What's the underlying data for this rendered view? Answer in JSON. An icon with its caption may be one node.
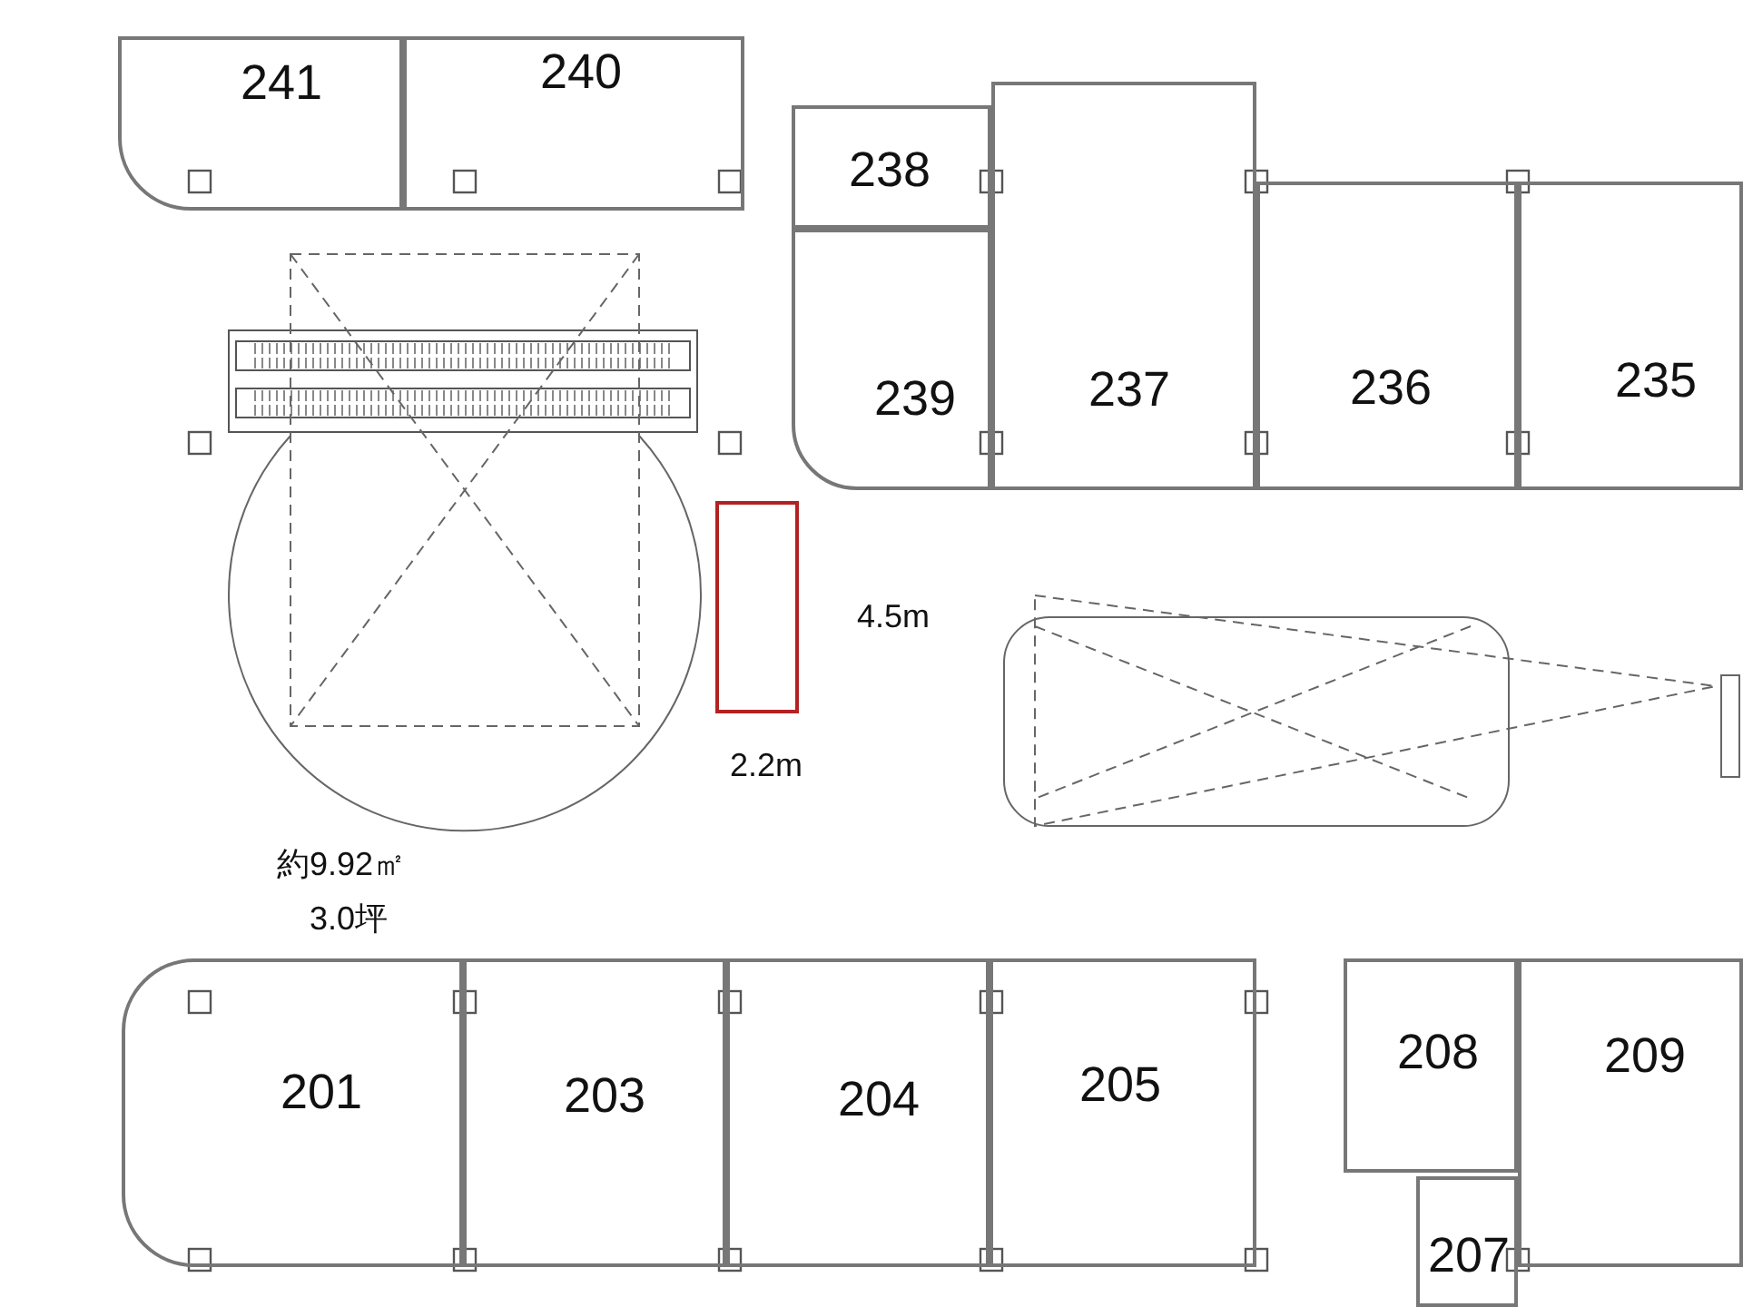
{
  "diagram": {
    "nodes": [
      {
        "text": [
          "241"
        ]
      },
      {
        "text": [
          "240"
        ]
      },
      {
        "text": [
          "238"
        ]
      },
      {
        "text": [
          "239"
        ]
      },
      {
        "text": [
          "237"
        ]
      },
      {
        "text": [
          "236"
        ]
      },
      {
        "text": [
          "235"
        ]
      },
      {
        "text": [],
        "shape": "box"
      },
      {
        "text": [
          "201"
        ]
      },
      {
        "text": [
          "203"
        ]
      },
      {
        "text": [
          "204"
        ]
      },
      {
        "text": [
          "205"
        ]
      },
      {
        "text": [
          "208"
        ]
      },
      {
        "text": [
          "209"
        ]
      },
      {
        "text": [
          "207"
        ]
      }
    ],
    "edges": [],
    "labels": [
      "4.5m",
      "2.2m",
      "約9.92㎡",
      "3.0坪"
    ]
  }
}
